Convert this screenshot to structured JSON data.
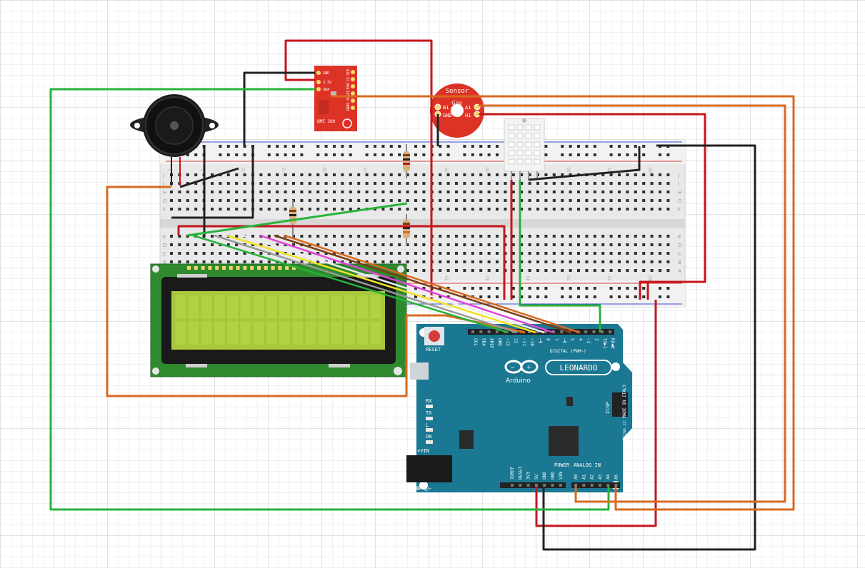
{
  "arduino": {
    "board_name": "LEONARDO",
    "brand": "Arduino",
    "reset_label": "RESET",
    "digital_label": "DIGITAL (PWM~)",
    "digital_pins": [
      "SCL",
      "SDA",
      "AREF",
      "GND",
      "~13",
      "12",
      "~11",
      "~10",
      "~9",
      "8",
      "7",
      "~6",
      "5",
      "4",
      "~3",
      "2",
      "TX▶1",
      "RX◀0"
    ],
    "power_label": "POWER",
    "power_pins": [
      "IOREF",
      "RESET",
      "3V3",
      "5V",
      "GND",
      "GND",
      "VIN"
    ],
    "analog_label": "ANALOG IN",
    "analog_pins": [
      "A0",
      "A1",
      "A2",
      "A3",
      "A4",
      "A5"
    ],
    "led_labels": [
      "RX",
      "TX",
      "L",
      "ON"
    ],
    "icsp_label": "ICSP",
    "vin_label": "+VIN",
    "side_text": "www.arduino.cc MADE IN ITALY"
  },
  "bme280": {
    "pins": [
      "GND",
      "3.3V",
      "SDA",
      "SCK",
      "CS",
      "SDO",
      "SDI",
      "3.3V",
      "GND"
    ],
    "name": "BME 280"
  },
  "gas_sensor": {
    "title": "Sensor",
    "subtitle": "Gas",
    "pins": [
      "B1",
      "GND",
      "A1",
      "H1"
    ]
  },
  "breadboard": {
    "row_letters": [
      "A",
      "B",
      "C",
      "D",
      "E",
      "F",
      "G",
      "H",
      "I",
      "J"
    ],
    "column_numbers": [
      "1",
      "5",
      "10",
      "15",
      "20",
      "25",
      "30",
      "35",
      "40",
      "45",
      "50",
      "55",
      "60"
    ]
  },
  "colors": {
    "red_wire": "#c4161c",
    "black_wire": "#222222",
    "green_wire": "#27b33a",
    "orange_wire": "#d9691f",
    "arduino_blue": "#1b7892",
    "sensor_red": "#dd3326",
    "lcd_green": "#2f8a2f",
    "lcd_screen": "#a8c93c"
  }
}
